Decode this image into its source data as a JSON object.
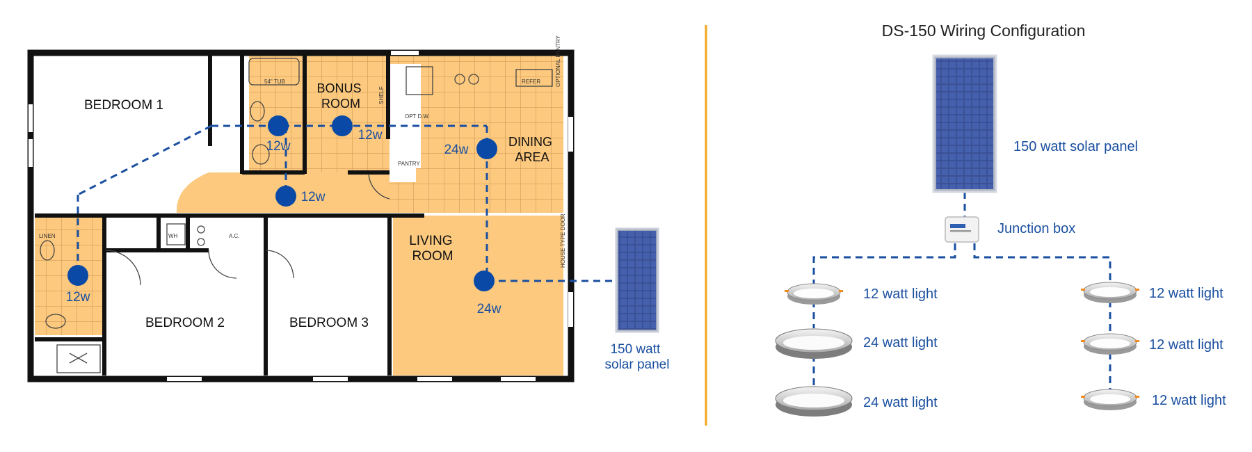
{
  "colors": {
    "wall": "#111111",
    "floor_fill": "#fcc97e",
    "tile_line": "#d49a55",
    "wire": "#1a4fa0",
    "light_dot": "#0a4aa6",
    "label_blue": "#1a4fa0",
    "divider": "#f2a51c",
    "room_text": "#111111"
  },
  "floor_plan": {
    "rooms": {
      "bedroom1": "BEDROOM 1",
      "bonus_room": "BONUS ROOM",
      "dining_area": "DINING AREA",
      "living_room": "LIVING ROOM",
      "bedroom2": "BEDROOM 2",
      "bedroom3": "BEDROOM 3"
    },
    "small_labels": {
      "tub": "54\" TUB",
      "shelf": "SHELF",
      "opt_dw": "OPT D.W.",
      "pantry": "PANTRY",
      "refer": "REFER",
      "optional_pantry": "OPTIONAL PANTRY",
      "linen": "LINEN",
      "wh": "WH",
      "ac": "A.C.",
      "house_type_door": "HOUSE TYPE DOOR"
    },
    "lights": [
      {
        "label": "12w"
      },
      {
        "label": "12w"
      },
      {
        "label": "24w"
      },
      {
        "label": "12w"
      },
      {
        "label": "12w"
      },
      {
        "label": "24w"
      }
    ],
    "solar_panel_label": "150 watt solar panel"
  },
  "wiring_diagram": {
    "title": "DS-150 Wiring Configuration",
    "solar_panel_label": "150 watt solar panel",
    "junction_box_label": "Junction box",
    "left_branch": [
      "12 watt light",
      "24 watt light",
      "24 watt light"
    ],
    "right_branch": [
      "12 watt light",
      "12 watt light",
      "12 watt light"
    ]
  }
}
